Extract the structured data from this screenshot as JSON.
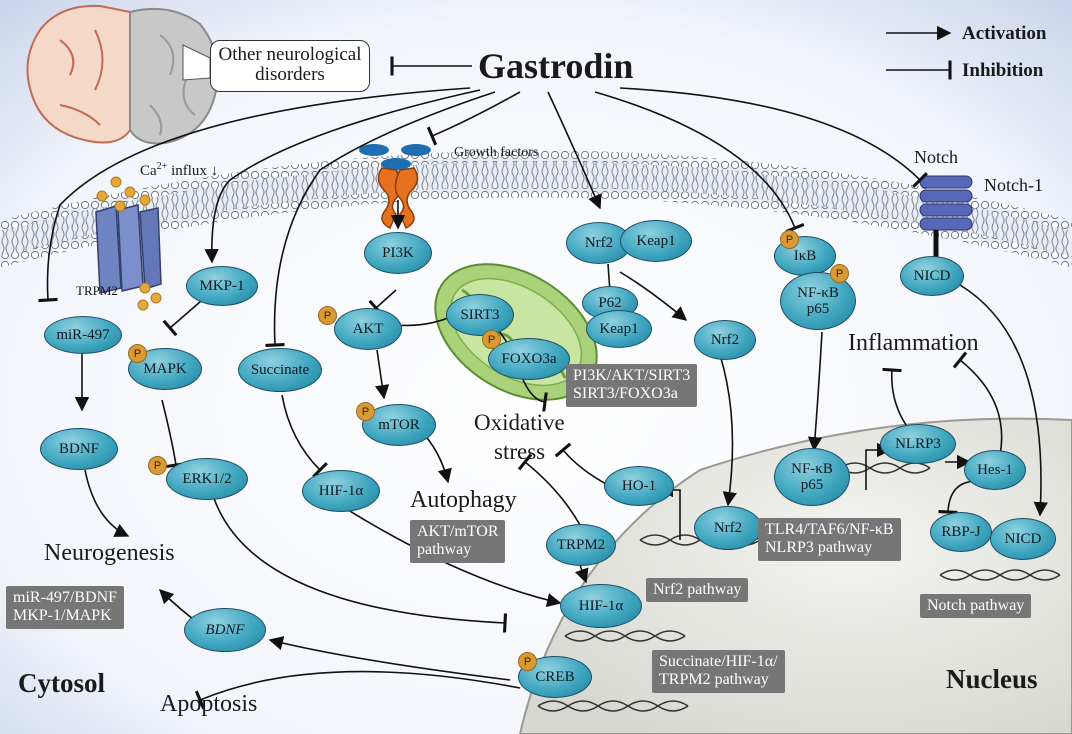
{
  "title": "Gastrodin",
  "legend": {
    "activation": "Activation",
    "inhibition": "Inhibition"
  },
  "callout": {
    "line1": "Other neurological",
    "line2": "disorders"
  },
  "labels": {
    "ca_influx": "Ca",
    "ca_sup": "2+",
    "ca_rest": " influx ↓",
    "growth_factors": "Growth factors",
    "notch": "Notch",
    "notch1": "Notch-1",
    "trpm2_channel": "TRPM2",
    "inflammation": "Inflammation",
    "oxidative": "Oxidative",
    "stress": "stress",
    "autophagy": "Autophagy",
    "neurogenesis": "Neurogenesis",
    "apoptosis": "Apoptosis",
    "cytosol": "Cytosol",
    "nucleus": "Nucleus"
  },
  "nodes": {
    "mir497": "miR-497",
    "bdnf1": "BDNF",
    "mkp1": "MKP-1",
    "mapk": "MAPK",
    "erk": "ERK1/2",
    "succinate": "Succinate",
    "hif1": "HIF-1α",
    "pi3k": "PI3K",
    "akt": "AKT",
    "mtor": "mTOR",
    "sirt3": "SIRT3",
    "foxo3a": "FOXO3a",
    "nrf2_a": "Nrf2",
    "keap1_a": "Keap1",
    "p62": "P62",
    "keap1_b": "Keap1",
    "nrf2_b": "Nrf2",
    "ho1": "HO-1",
    "nrf2_c": "Nrf2",
    "ikb": "IκB",
    "nfkb1_l1": "NF-κB",
    "nfkb1_l2": "p65",
    "nfkb2_l1": "NF-κB",
    "nfkb2_l2": "p65",
    "nlrp3": "NLRP3",
    "nicd1": "NICD",
    "hes1": "Hes-1",
    "rbpj": "RBP-J",
    "nicd2": "NICD",
    "trpm2": "TRPM2",
    "hif2": "HIF-1α",
    "creb": "CREB",
    "bdnf2": "BDNF",
    "phos": "P"
  },
  "pathways": {
    "mir": [
      "miR-497/BDNF",
      "MKP-1/MAPK"
    ],
    "pi3k": [
      "PI3K/AKT/SIRT3",
      "SIRT3/FOXO3a"
    ],
    "akt": [
      "AKT/mTOR",
      "pathway"
    ],
    "nrf2": [
      "Nrf2 pathway"
    ],
    "tlr4": [
      "TLR4/TAF6/NF-κB",
      "NLRP3 pathway"
    ],
    "notch": [
      "Notch pathway"
    ],
    "succ": [
      "Succinate/HIF-1α/",
      "TRPM2 pathway"
    ]
  },
  "colors": {
    "node": "#3fa6c0",
    "phospho": "#d99a35",
    "pathway_box": "#767676",
    "nucleus": "#e2e2dc",
    "membrane_head": "#ffffff"
  }
}
